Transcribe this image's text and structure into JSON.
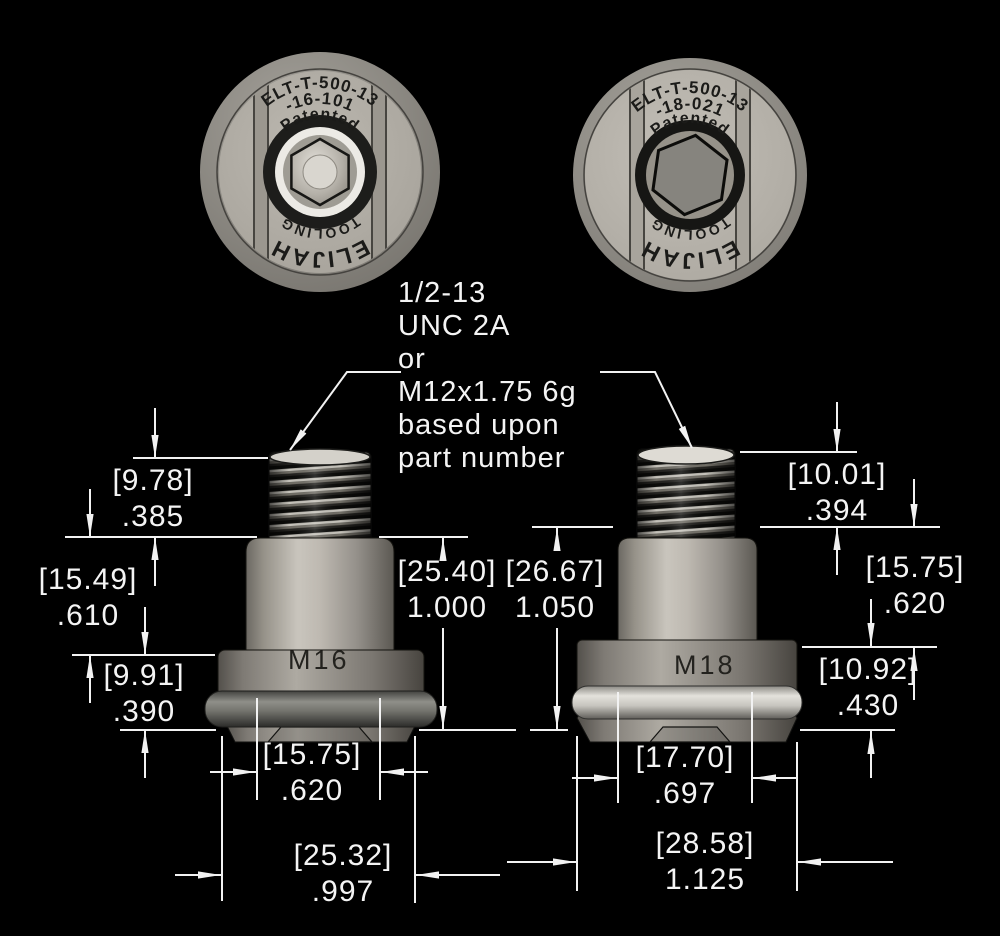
{
  "drawing": {
    "top_views": {
      "left": {
        "arc_line1": "ELT-T-500-13",
        "arc_line2": "-16-101",
        "arc_line3": "Patented",
        "brand_line1": "ELIJAH",
        "brand_line2": "TOOLING"
      },
      "right": {
        "arc_line1": "ELT-T-500-13",
        "arc_line2": "-18-021",
        "arc_line3": "Patented",
        "brand_line1": "ELIJAH",
        "brand_line2": "TOOLING"
      }
    },
    "thread_note": {
      "lines": [
        "1/2-13",
        "UNC 2A",
        "or",
        "M12x1.75 6g",
        "based upon",
        "part number"
      ]
    },
    "side_views": {
      "left_label": "M16",
      "right_label": "M18"
    },
    "dimensions": {
      "m16_thread_length": {
        "mm": "[9.78]",
        "inch": ".385"
      },
      "m16_body_height": {
        "mm": "[15.49]",
        "inch": ".610"
      },
      "m16_flange_height": {
        "mm": "[9.91]",
        "inch": ".390"
      },
      "m16_overall_height": {
        "mm": "[25.40]",
        "inch": "1.000"
      },
      "m18_overall_height": {
        "mm": "[26.67]",
        "inch": "1.050"
      },
      "m18_thread_length": {
        "mm": "[10.01]",
        "inch": ".394"
      },
      "m18_body_height": {
        "mm": "[15.75]",
        "inch": ".620"
      },
      "m18_flange_height": {
        "mm": "[10.92]",
        "inch": ".430"
      },
      "m16_pilot_diameter": {
        "mm": "[15.75]",
        "inch": ".620"
      },
      "m16_flange_diameter": {
        "mm": "[25.32]",
        "inch": ".997"
      },
      "m18_pilot_diameter": {
        "mm": "[17.70]",
        "inch": ".697"
      },
      "m18_flange_diameter": {
        "mm": "[28.58]",
        "inch": "1.125"
      }
    },
    "colors": {
      "background": "#000000",
      "dimension_lines": "#f2f2f2",
      "metal_light": "#c9c5bd",
      "metal_mid": "#a9a59d",
      "metal_dark": "#55534d"
    }
  }
}
